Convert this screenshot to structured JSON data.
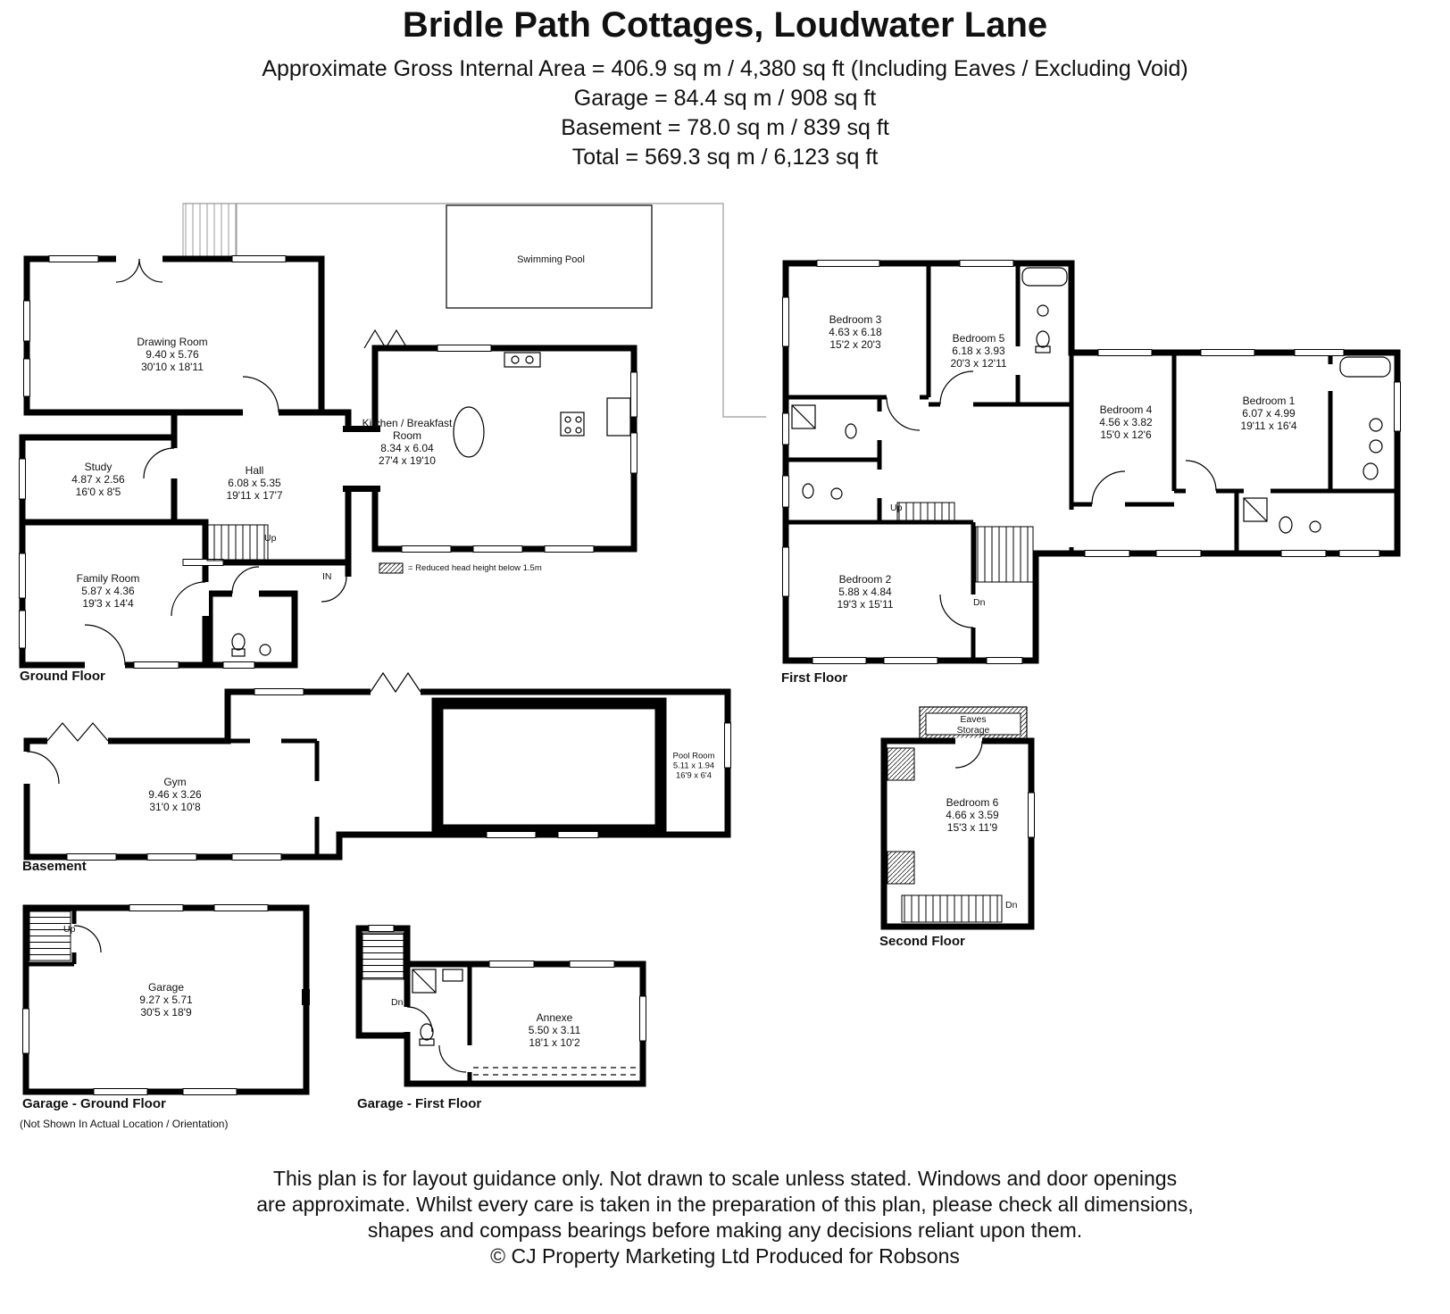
{
  "header": {
    "title": "Bridle Path Cottages, Loudwater Lane",
    "area_lines": [
      "Approximate Gross Internal Area = 406.9 sq m / 4,380 sq ft (Including Eaves / Excluding Void)",
      "Garage = 84.4 sq m / 908 sq ft",
      "Basement = 78.0 sq m / 839 sq ft",
      "Total = 569.3 sq m / 6,123 sq ft"
    ]
  },
  "floors": {
    "ground": {
      "label": "Ground Floor",
      "swimming_pool": "Swimming Pool",
      "legend": "= Reduced head height below 1.5m",
      "annotations": {
        "up": "Up",
        "in": "IN"
      },
      "rooms": {
        "drawing_room": {
          "name": "Drawing Room",
          "metric": "9.40 x 5.76",
          "imperial": "30'10 x 18'11"
        },
        "study": {
          "name": "Study",
          "metric": "4.87 x 2.56",
          "imperial": "16'0 x 8'5"
        },
        "hall": {
          "name": "Hall",
          "metric": "6.08 x 5.35",
          "imperial": "19'11 x 17'7"
        },
        "family_room": {
          "name": "Family Room",
          "metric": "5.87 x 4.36",
          "imperial": "19'3 x 14'4"
        },
        "kitchen": {
          "name": "Kitchen / Breakfast Room",
          "metric": "8.34 x 6.04",
          "imperial": "27'4 x 19'10"
        }
      }
    },
    "first": {
      "label": "First Floor",
      "annotations": {
        "up": "Up",
        "dn": "Dn"
      },
      "rooms": {
        "bedroom3": {
          "name": "Bedroom 3",
          "metric": "4.63 x 6.18",
          "imperial": "15'2 x 20'3"
        },
        "bedroom5": {
          "name": "Bedroom 5",
          "metric": "6.18 x 3.93",
          "imperial": "20'3 x 12'11"
        },
        "bedroom4": {
          "name": "Bedroom 4",
          "metric": "4.56 x 3.82",
          "imperial": "15'0 x 12'6"
        },
        "bedroom1": {
          "name": "Bedroom 1",
          "metric": "6.07 x 4.99",
          "imperial": "19'11 x 16'4"
        },
        "bedroom2": {
          "name": "Bedroom 2",
          "metric": "5.88 x 4.84",
          "imperial": "19'3 x 15'11"
        }
      }
    },
    "basement": {
      "label": "Basement",
      "rooms": {
        "gym": {
          "name": "Gym",
          "metric": "9.46 x 3.26",
          "imperial": "31'0 x 10'8"
        },
        "pool_room": {
          "name": "Pool Room",
          "metric": "5.11 x 1.94",
          "imperial": "16'9 x 6'4"
        }
      }
    },
    "second": {
      "label": "Second Floor",
      "annotations": {
        "dn": "Dn"
      },
      "rooms": {
        "eaves_storage": {
          "name": "Eaves Storage"
        },
        "bedroom6": {
          "name": "Bedroom 6",
          "metric": "4.66 x 3.59",
          "imperial": "15'3 x 11'9"
        }
      }
    },
    "garage_ground": {
      "label": "Garage - Ground Floor",
      "note": "(Not Shown In Actual Location / Orientation)",
      "annotations": {
        "up": "Up"
      },
      "rooms": {
        "garage": {
          "name": "Garage",
          "metric": "9.27 x 5.71",
          "imperial": "30'5 x 18'9"
        }
      }
    },
    "garage_first": {
      "label": "Garage - First Floor",
      "annotations": {
        "dn": "Dn"
      },
      "rooms": {
        "annexe": {
          "name": "Annexe",
          "metric": "5.50 x 3.11",
          "imperial": "18'1 x 10'2"
        }
      }
    }
  },
  "footer": {
    "disclaimer": [
      "This plan is for layout guidance only. Not drawn to scale unless stated. Windows and door openings",
      "are approximate. Whilst every care is taken in the preparation of this plan, please check all dimensions,",
      "shapes and compass bearings before making any decisions reliant upon them."
    ],
    "copyright": "© CJ Property Marketing Ltd Produced for Robsons"
  },
  "colors": {
    "wall": "#000000",
    "background": "#ffffff"
  }
}
